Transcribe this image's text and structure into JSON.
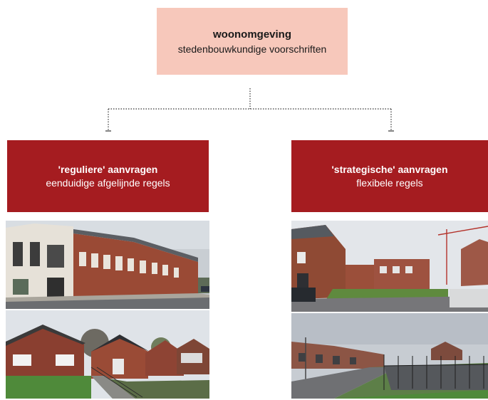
{
  "root": {
    "title": "woonomgeving",
    "subtitle": "stedenbouwkundige voorschriften"
  },
  "branches": [
    {
      "title": "'reguliere' aanvragen",
      "subtitle": "eenduidige afgelijnde regels",
      "photos": [
        "photo-street-rowhouses",
        "photo-detached-houses"
      ]
    },
    {
      "title": "'strategische' aanvragen",
      "subtitle": "flexibele regels",
      "photos": [
        "photo-new-development-crane",
        "photo-new-townhouses"
      ]
    }
  ],
  "colors": {
    "root_box": "#f7c8bb",
    "branch_box": "#a51c20",
    "branch_text": "#ffffff",
    "connector": "#333333"
  }
}
